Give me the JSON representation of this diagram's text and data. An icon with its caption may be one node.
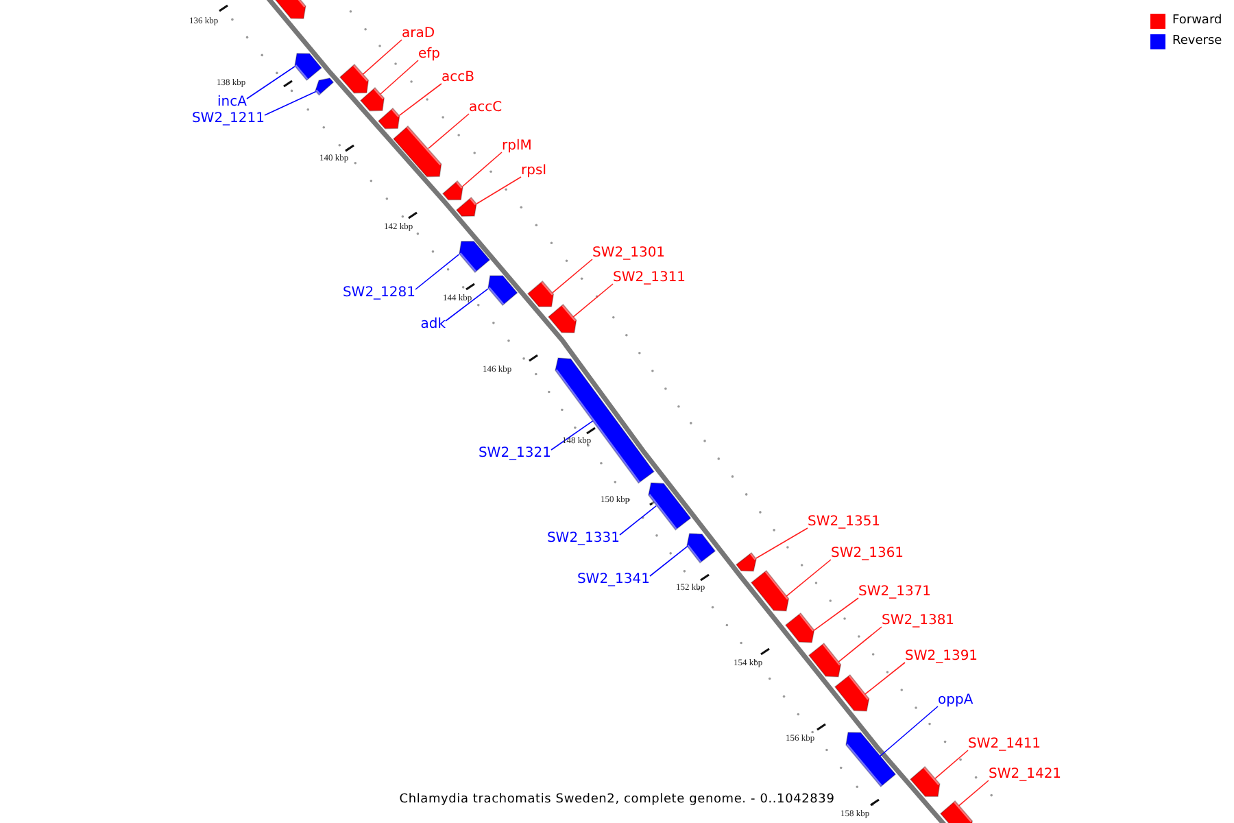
{
  "diagram": {
    "caption": "Chlamydia trachomatis Sweden2, complete genome. - 0..1042839",
    "nodes": [
      {
        "text": [],
        "shape": "bar"
      },
      {
        "text": [
          "incA"
        ]
      },
      {
        "text": [],
        "shape": "bar"
      },
      {
        "text": [
          "SW2_1211"
        ]
      },
      {
        "text": [],
        "shape": "bar"
      },
      {
        "text": [
          "araD"
        ]
      },
      {
        "text": [],
        "shape": "bar"
      },
      {
        "text": [
          "efp"
        ]
      },
      {
        "text": [],
        "shape": "bar"
      },
      {
        "text": [
          "accB"
        ]
      },
      {
        "text": [],
        "shape": "bar"
      },
      {
        "text": [
          "accC"
        ]
      },
      {
        "text": [],
        "shape": "bar"
      },
      {
        "text": [
          "rplM"
        ]
      },
      {
        "text": [],
        "shape": "bar"
      },
      {
        "text": [
          "rpsI"
        ]
      },
      {
        "text": [],
        "shape": "bar"
      },
      {
        "text": [
          "SW2_1281"
        ]
      },
      {
        "text": [],
        "shape": "bar"
      },
      {
        "text": [
          "adk"
        ]
      },
      {
        "text": [],
        "shape": "bar"
      },
      {
        "text": [
          "SW2_1301"
        ]
      },
      {
        "text": [],
        "shape": "bar"
      },
      {
        "text": [
          "SW2_1311"
        ]
      },
      {
        "text": [],
        "shape": "bar"
      },
      {
        "text": [
          "SW2_1321"
        ]
      },
      {
        "text": [],
        "shape": "bar"
      },
      {
        "text": [
          "SW2_1331"
        ]
      },
      {
        "text": [],
        "shape": "bar"
      },
      {
        "text": [
          "SW2_1341"
        ]
      },
      {
        "text": [],
        "shape": "bar"
      },
      {
        "text": [
          "SW2_1351"
        ]
      },
      {
        "text": [],
        "shape": "bar"
      },
      {
        "text": [
          "SW2_1361"
        ]
      },
      {
        "text": [],
        "shape": "bar"
      },
      {
        "text": [
          "SW2_1371"
        ]
      },
      {
        "text": [],
        "shape": "bar"
      },
      {
        "text": [
          "SW2_1381"
        ]
      },
      {
        "text": [],
        "shape": "bar"
      },
      {
        "text": [
          "SW2_1391"
        ]
      },
      {
        "text": [],
        "shape": "bar"
      },
      {
        "text": [
          "oppA"
        ]
      },
      {
        "text": [],
        "shape": "bar"
      },
      {
        "text": [
          "SW2_1411"
        ]
      },
      {
        "text": [],
        "shape": "bar"
      },
      {
        "text": [
          "SW2_1421"
        ]
      },
      {
        "text": [],
        "shape": "bar"
      }
    ],
    "edges": [
      {
        "from": 1,
        "to": 2,
        "arrow": "none",
        "color": "#0000ff"
      },
      {
        "from": 3,
        "to": 4,
        "arrow": "none",
        "color": "#0000ff"
      },
      {
        "from": 5,
        "to": 6,
        "arrow": "none"
      },
      {
        "from": 7,
        "to": 8,
        "arrow": "none"
      },
      {
        "from": 9,
        "to": 10,
        "arrow": "none"
      },
      {
        "from": 11,
        "to": 12,
        "arrow": "none"
      },
      {
        "from": 13,
        "to": 14,
        "arrow": "none"
      },
      {
        "from": 15,
        "to": 16,
        "arrow": "none"
      },
      {
        "from": 17,
        "to": 18,
        "arrow": "none",
        "color": "#0000ff"
      },
      {
        "from": 19,
        "to": 20,
        "arrow": "none",
        "color": "#0000ff"
      },
      {
        "from": 21,
        "to": 22,
        "arrow": "none"
      },
      {
        "from": 23,
        "to": 24,
        "arrow": "none"
      },
      {
        "from": 25,
        "to": 26,
        "arrow": "none",
        "color": "#0000ff"
      },
      {
        "from": 27,
        "to": 28,
        "arrow": "none",
        "color": "#0000ff"
      },
      {
        "from": 29,
        "to": 30,
        "arrow": "none",
        "color": "#0000ff"
      },
      {
        "from": 31,
        "to": 32,
        "arrow": "none"
      },
      {
        "from": 33,
        "to": 34,
        "arrow": "none"
      },
      {
        "from": 35,
        "to": 36,
        "arrow": "none"
      },
      {
        "from": 37,
        "to": 38,
        "arrow": "none"
      },
      {
        "from": 39,
        "to": 40,
        "arrow": "none"
      },
      {
        "from": 41,
        "to": 42,
        "arrow": "none",
        "color": "#0000ff"
      },
      {
        "from": 43,
        "to": 44,
        "arrow": "none"
      },
      {
        "from": 45,
        "to": 46,
        "arrow": "none"
      }
    ],
    "labels": [
      "136 kbp",
      "138 kbp",
      "140 kbp",
      "142 kbp",
      "144 kbp",
      "146 kbp",
      "148 kbp",
      "150 kbp",
      "152 kbp",
      "154 kbp",
      "156 kbp",
      "158 kbp"
    ],
    "legend": [
      {
        "text": "Forward",
        "color": "#ff0000"
      },
      {
        "text": "Reverse",
        "color": "#0000ff"
      }
    ]
  }
}
